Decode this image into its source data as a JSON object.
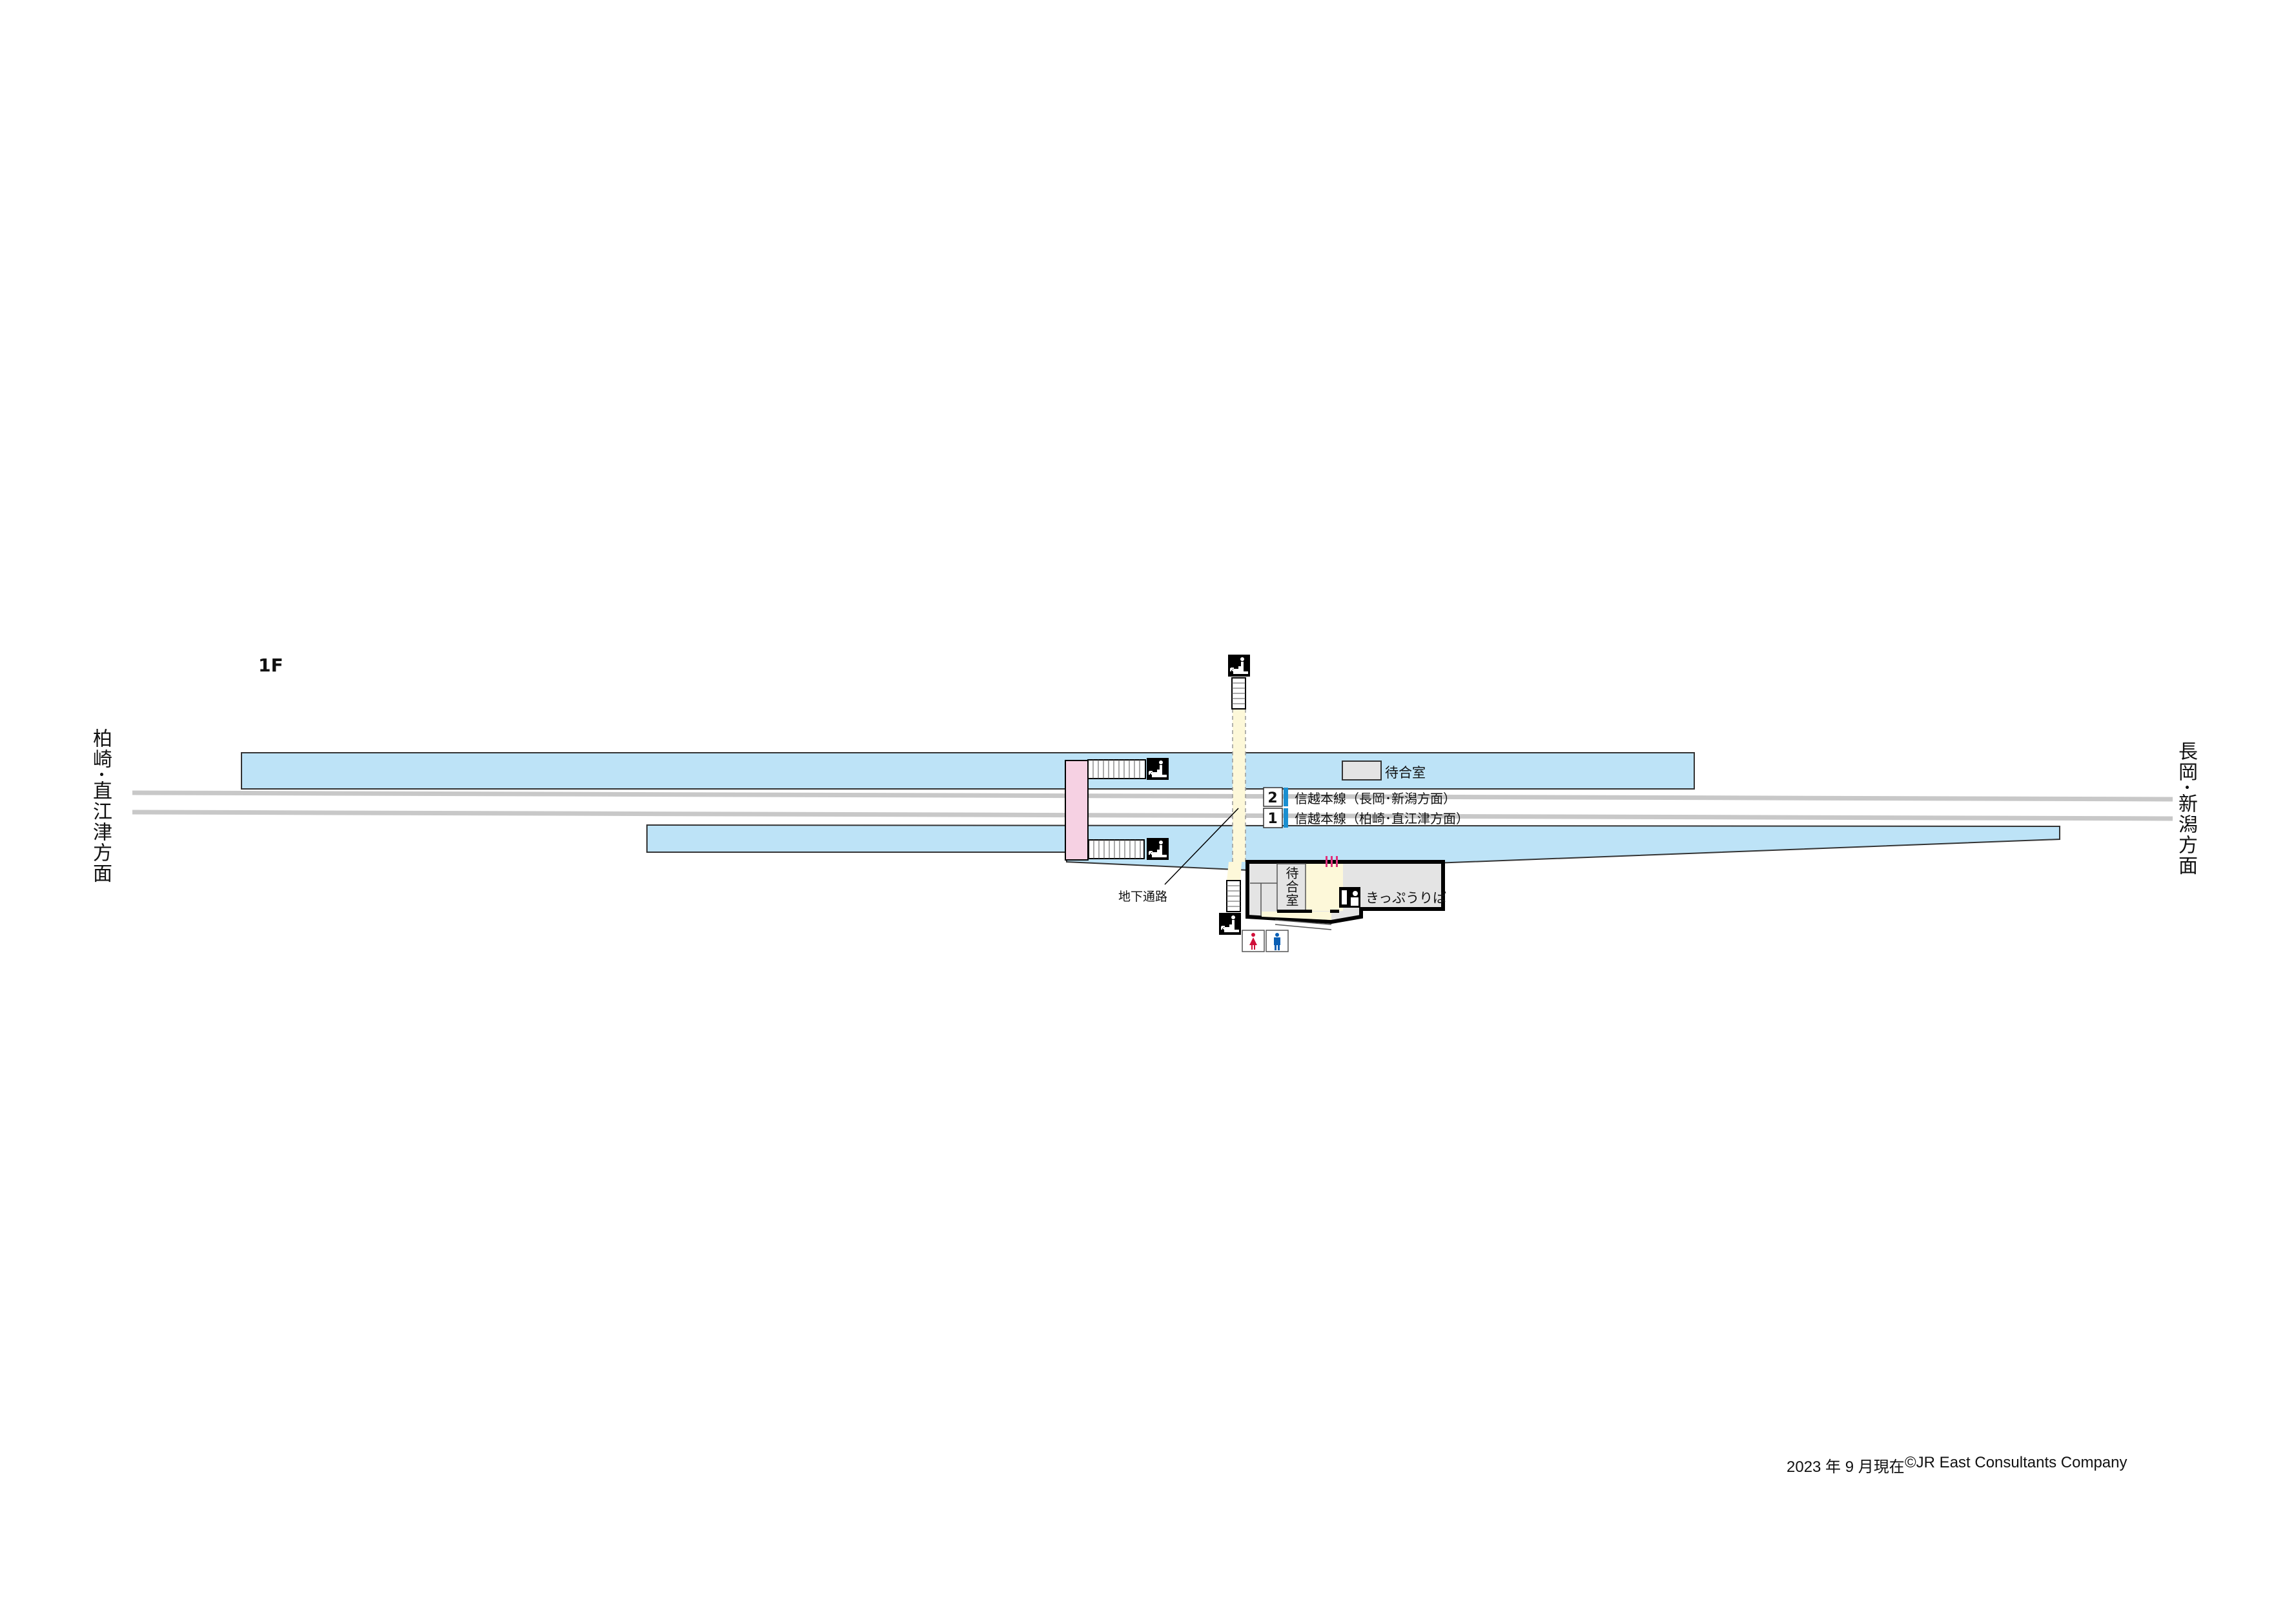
{
  "floor_label": "1F",
  "directions": {
    "left": "柏崎･直江津方面",
    "right": "長岡･新潟方面"
  },
  "platforms": {
    "tracks": [
      {
        "number": "2",
        "line": "信越本線（長岡･新潟方面）"
      },
      {
        "number": "1",
        "line": "信越本線（柏崎･直江津方面）"
      }
    ],
    "platform_waiting_room": "待合室"
  },
  "labels": {
    "underpass": "地下通路",
    "station_waiting_room": "待合室",
    "ticket_office": "きっぷうりば"
  },
  "icons": [
    "stairs-icon",
    "ticket-office-icon",
    "womens-restroom-icon",
    "mens-restroom-icon",
    "ticket-gate-icon"
  ],
  "colors": {
    "platform": "#bde3f7",
    "bridge": "#f6d1e3",
    "concourse": "#fdf8d9",
    "track": "#c8c8c8",
    "track_bar": "#1a8fd1",
    "female": "#d0103a",
    "male": "#0a5fb4",
    "gate": "#e0307a"
  },
  "footer": {
    "date": "2023 年 9 月現在",
    "copyright": "©JR East Consultants Company"
  }
}
